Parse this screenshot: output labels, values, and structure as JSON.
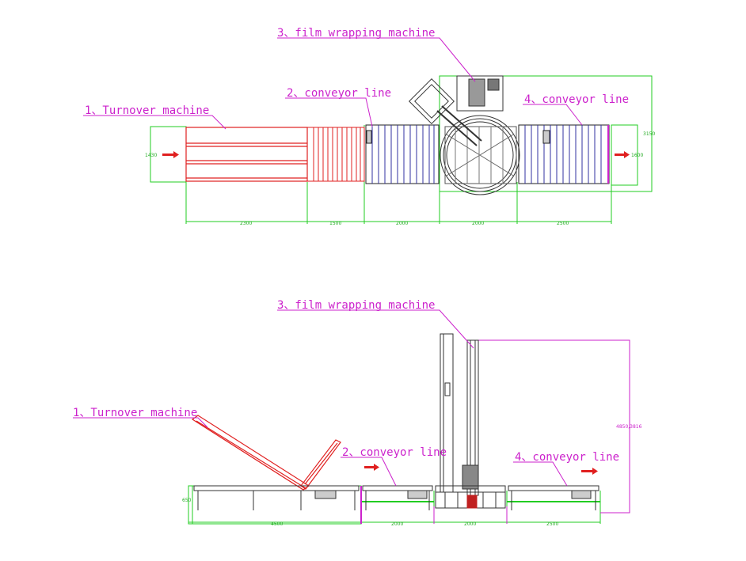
{
  "plan_view": {
    "labels": {
      "turnover": "1、Turnover machine",
      "conveyor_2": "2、conveyor line",
      "film_wrapping": "3、film wrapping machine",
      "conveyor_4": "4、conveyor line"
    },
    "dimensions": {
      "inlet_width": "1430",
      "outlet_width": "1600",
      "overall_width": "3150",
      "seg_turnover": "2300",
      "seg_roller": "1500",
      "seg_conveyor_2": "2000",
      "seg_wrapper": "2000",
      "seg_conveyor_4": "2500"
    }
  },
  "side_view": {
    "labels": {
      "turnover": "1、Turnover machine",
      "conveyor_2": "2、conveyor line",
      "film_wrapping": "3、film wrapping machine",
      "conveyor_4": "4、conveyor line"
    },
    "dimensions": {
      "height": "650",
      "mast_height": "4850,3816",
      "seg_turnover": "4500",
      "seg_conveyor_2": "2000",
      "seg_wrapper": "2000",
      "seg_conveyor_4": "2500"
    }
  },
  "colors": {
    "turnover": "#e02020",
    "conveyor": "#3030a0",
    "machine": "#333333",
    "dimension": "#22cc22",
    "leader": "#cc22cc",
    "arrow": "#e02020"
  }
}
